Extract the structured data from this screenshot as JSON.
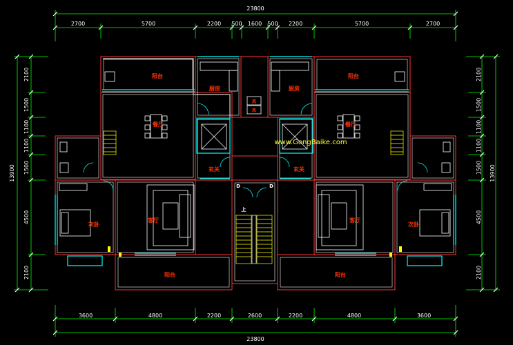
{
  "plan": {
    "top_total": "23800",
    "bottom_total": "23800",
    "top_dims": [
      "2700",
      "5700",
      "2200",
      "500",
      "1600",
      "500",
      "2200",
      "5700",
      "2700"
    ],
    "bottom_dims": [
      "3600",
      "4800",
      "2200",
      "2600",
      "2200",
      "4800",
      "3600"
    ],
    "left_dims": [
      "2100",
      "1500",
      "1100",
      "1100",
      "1500",
      "4500",
      "2100"
    ],
    "left_total": "13900",
    "right_dims": [
      "2100",
      "1500",
      "1100",
      "1100",
      "1500",
      "4500",
      "2100"
    ],
    "right_total": "13900",
    "rooms": {
      "balcony_top_left": "阳台",
      "balcony_top_right": "阳台",
      "kitchen_left": "厨房",
      "kitchen_right": "厨房",
      "dining_left": "餐厅",
      "dining_right": "餐厅",
      "entry_left": "玄关",
      "entry_right": "玄关",
      "living_left": "客厅",
      "living_right": "客厅",
      "bedroom_left": "次卧",
      "bedroom_right": "次卧",
      "balcony_bottom_left": "阳台",
      "balcony_bottom_right": "阳台",
      "shaft_top": "风",
      "shaft_bottom": "风",
      "meter_left": "D",
      "meter_right": "D",
      "stair_up": "上"
    },
    "watermark": "www.GongBaike.com"
  }
}
